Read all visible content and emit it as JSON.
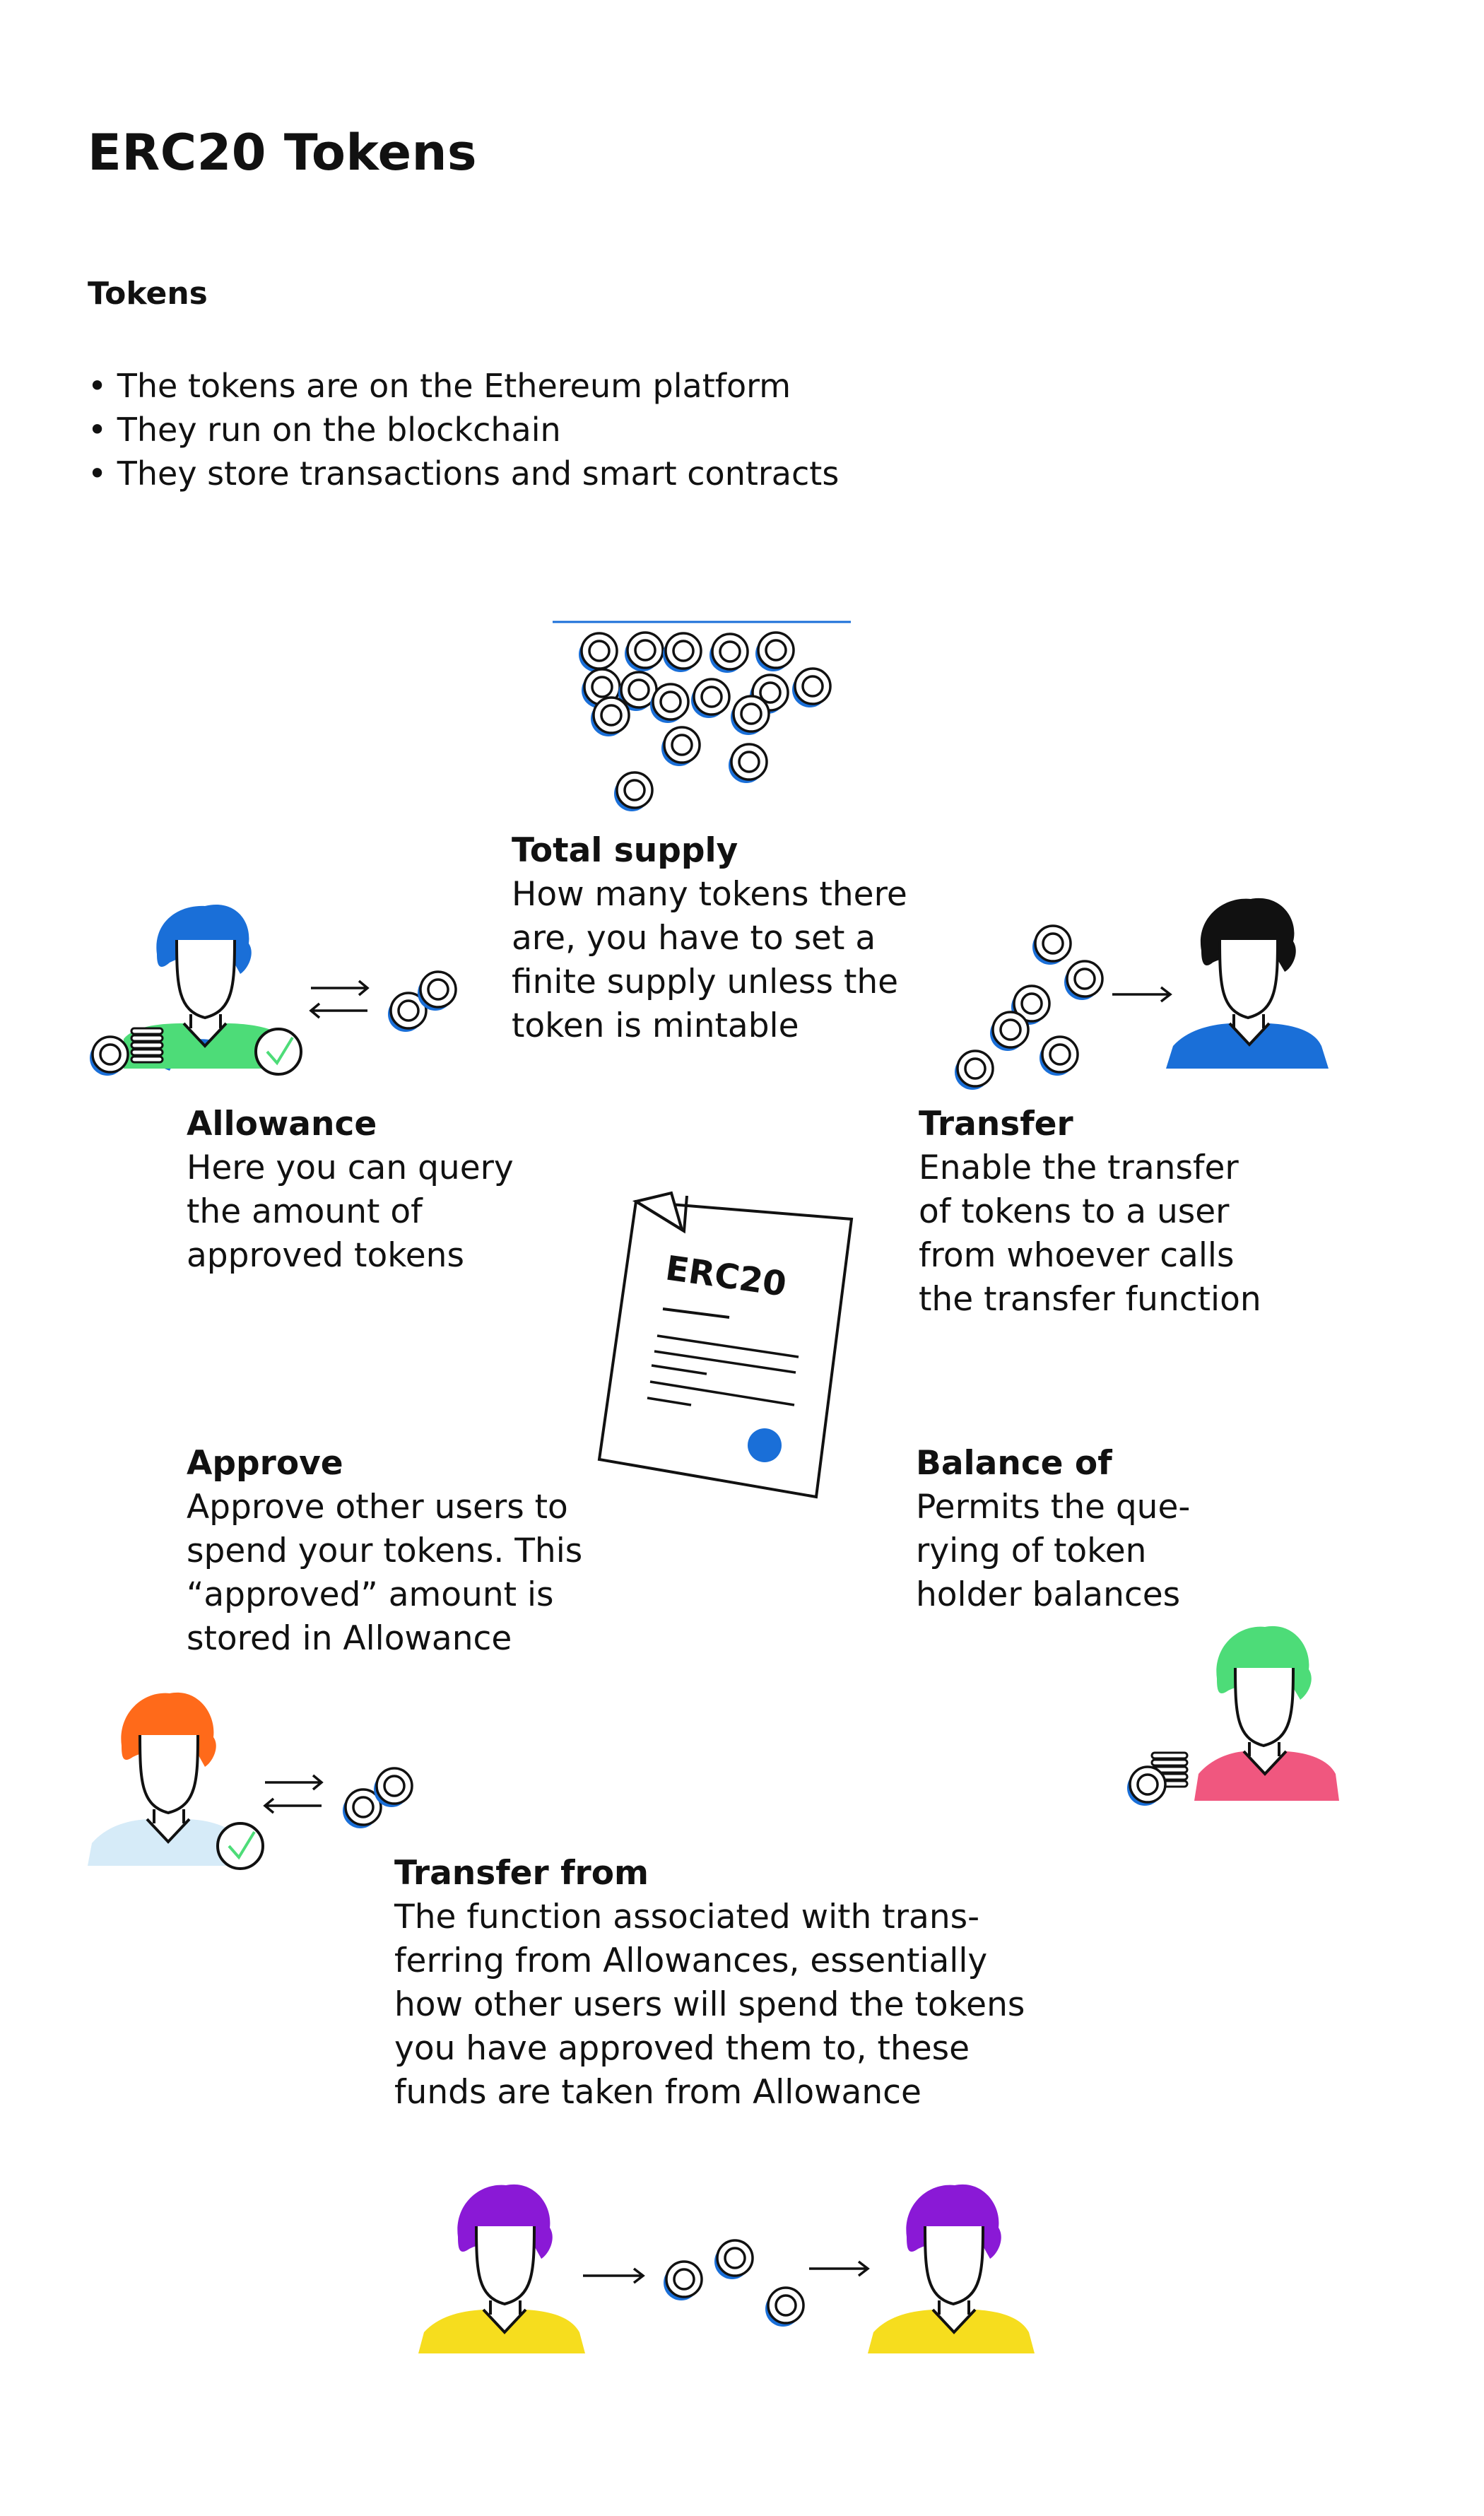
{
  "page": {
    "title": "ERC20 Tokens",
    "subtitle": "Tokens",
    "bullets": [
      "The tokens are on the Ethereum platform",
      "They run on the blockchain",
      "They store transactions and smart contracts"
    ]
  },
  "sections": {
    "total_supply": {
      "heading": "Total supply",
      "body": "How many tokens there\nare, you have to set a\nfinite supply unless the\ntoken is mintable"
    },
    "allowance": {
      "heading": "Allowance",
      "body": "Here you can query\nthe amount of\napproved tokens"
    },
    "transfer": {
      "heading": "Transfer",
      "body": "Enable the transfer\nof tokens to a user\nfrom whoever calls\nthe transfer function"
    },
    "approve": {
      "heading": "Approve",
      "body": "Approve other users to\nspend your tokens. This\n“approved” amount is\nstored in Allowance"
    },
    "balance_of": {
      "heading": "Balance of",
      "body": "Permits the que-\nrying of token\nholder balances"
    },
    "transfer_from": {
      "heading": "Transfer from",
      "body": "The function associated with trans-\nferring from Allowances, essentially\nhow other users will spend the tokens\nyou have approved them to, these\nfunds are taken from Allowance"
    }
  },
  "document": {
    "label": "ERC20"
  },
  "colors": {
    "blue": "#1a6fd8",
    "green": "#4ddc78",
    "orange": "#ff6a1a",
    "pink": "#f0577f",
    "purple": "#8a19d6",
    "yellow": "#f6dd1e",
    "light_blue": "#d6ebf8",
    "black": "#111111"
  },
  "icons": [
    "coin-icon",
    "person-icon",
    "checkmark-icon",
    "swap-arrows-icon",
    "arrow-right-icon",
    "document-icon"
  ]
}
